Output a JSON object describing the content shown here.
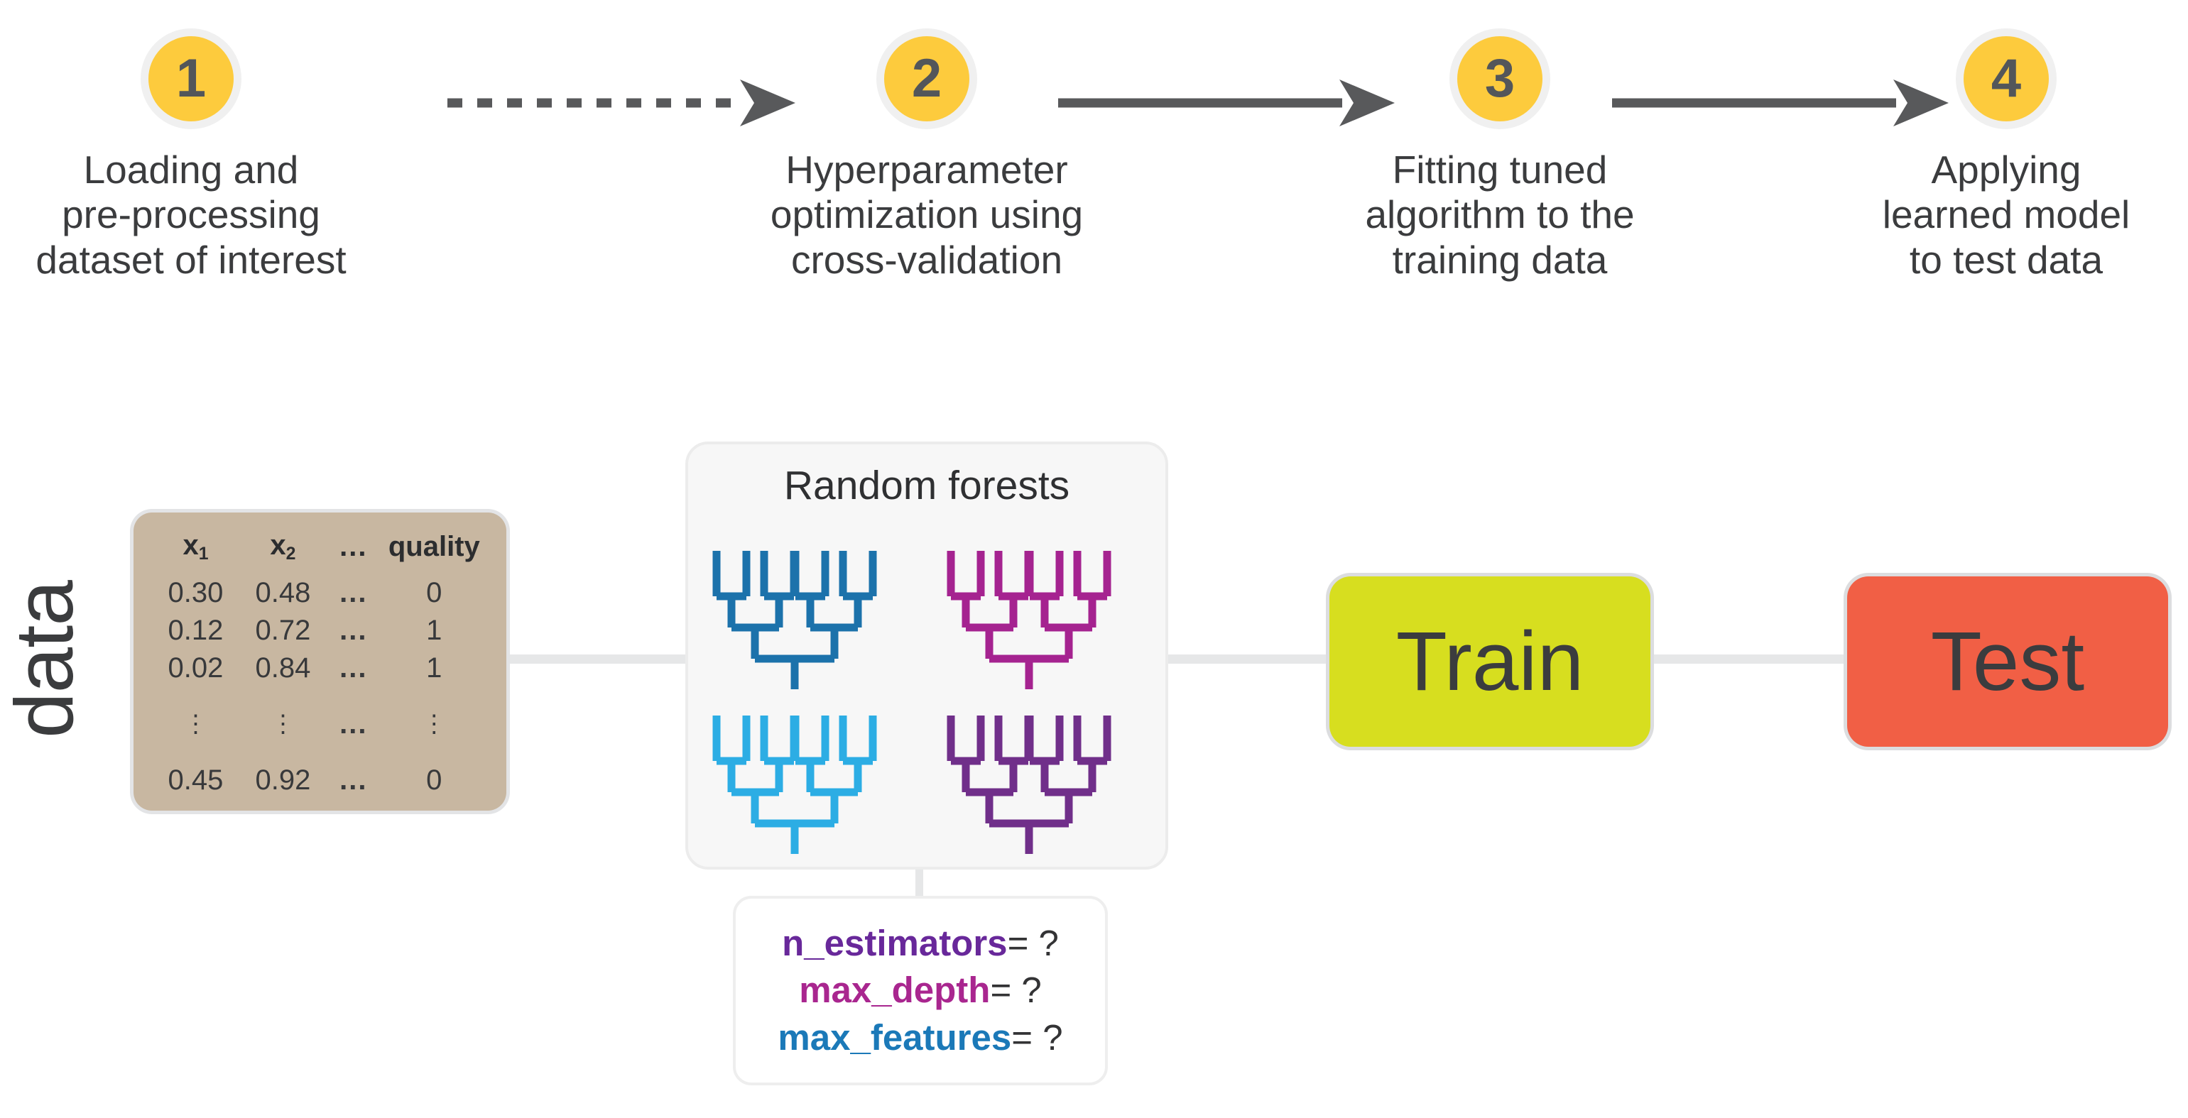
{
  "steps": [
    {
      "number": "1",
      "label": "Loading and\npre-processing\ndataset of interest"
    },
    {
      "number": "2",
      "label": "Hyperparameter\noptimization using\ncross-validation"
    },
    {
      "number": "3",
      "label": "Fitting tuned\nalgorithm to the\ntraining data"
    },
    {
      "number": "4",
      "label": "Applying\nlearned model\nto test data"
    }
  ],
  "arrows": [
    {
      "style": "dotted",
      "from": "1",
      "to": "2"
    },
    {
      "style": "solid",
      "from": "2",
      "to": "3"
    },
    {
      "style": "solid",
      "from": "3",
      "to": "4"
    }
  ],
  "data_label": "data",
  "dataset": {
    "headers": [
      "x",
      "x",
      "...",
      "quality"
    ],
    "header_subscripts": [
      "1",
      "2",
      "",
      ""
    ],
    "rows": [
      {
        "x1": "0.30",
        "x2": "0.48",
        "dots": "...",
        "quality": "0"
      },
      {
        "x1": "0.12",
        "x2": "0.72",
        "dots": "...",
        "quality": "1"
      },
      {
        "x1": "0.02",
        "x2": "0.84",
        "dots": "...",
        "quality": "1"
      },
      {
        "x1": "⋮",
        "x2": "⋮",
        "dots": "...",
        "quality": "⋮"
      },
      {
        "x1": "0.45",
        "x2": "0.92",
        "dots": "...",
        "quality": "0"
      }
    ]
  },
  "model": {
    "title": "Random forests",
    "trees": [
      {
        "name": "tree-1",
        "color": "#1c72ab"
      },
      {
        "name": "tree-2",
        "color": "#a52390"
      },
      {
        "name": "tree-3",
        "color": "#2cade4"
      },
      {
        "name": "tree-4",
        "color": "#702f8a"
      }
    ]
  },
  "hyperparameters": [
    {
      "name": "n_estimators",
      "value": "?",
      "color": "#68289a"
    },
    {
      "name": "max_depth",
      "value": "?",
      "color": "#a9268f"
    },
    {
      "name": "max_features",
      "value": "?",
      "color": "#1b79b8"
    }
  ],
  "param_equals": "= ",
  "splits": [
    {
      "label": "Train",
      "color": "#d7de1f"
    },
    {
      "label": "Test",
      "color": "#f15f45"
    }
  ],
  "colors": {
    "circle_fill": "#fdcb3d",
    "circle_ring": "#f0f0f0",
    "text": "#3b3c3e",
    "arrow": "#58595b",
    "table_bg": "#c8b7a1",
    "card_bg": "#f7f7f7",
    "connector": "#e6e7e8"
  }
}
